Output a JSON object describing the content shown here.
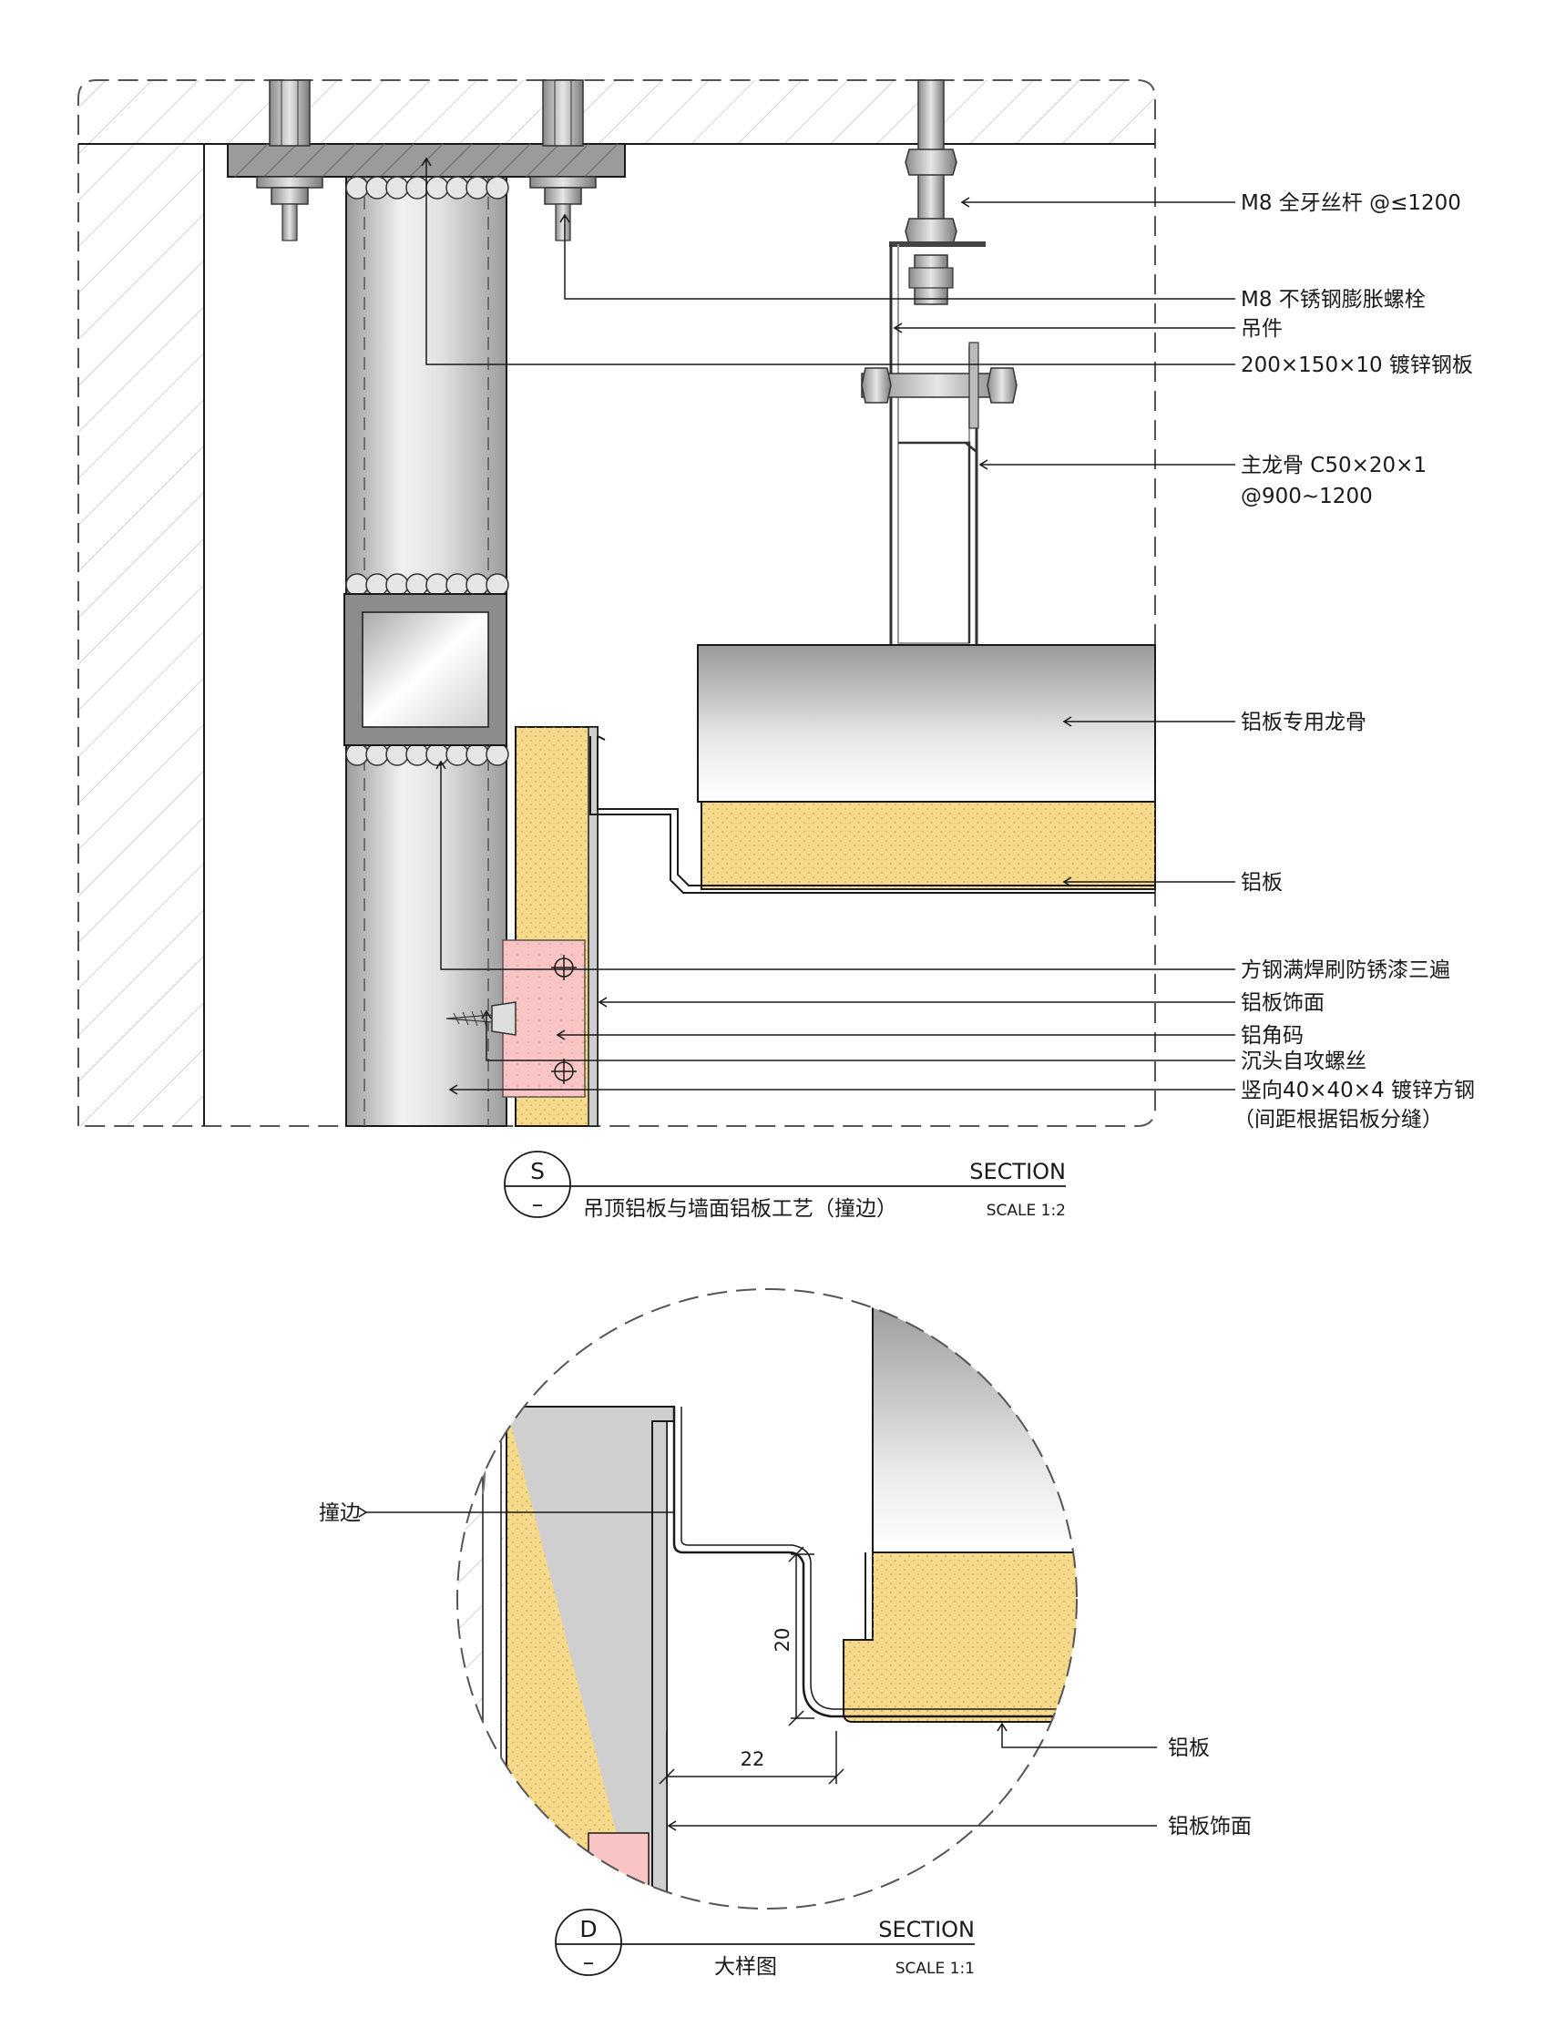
{
  "colors": {
    "panel_yellow": "#f6d98a",
    "angle_pink": "#f8c4c4",
    "concrete_hatch": "#b8b8b8",
    "steel_gray": "#9a9a9a",
    "line": "#1a1a1a"
  },
  "section_s": {
    "symbol_letter": "S",
    "symbol_sub": "–",
    "title": "吊顶铝板与墙面铝板工艺（撞边）",
    "section_word": "SECTION",
    "scale": "SCALE 1:2",
    "labels": [
      "M8 全牙丝杆 @≤1200",
      "M8 不锈钢膨胀螺栓",
      "吊件",
      "200×150×10 镀锌钢板",
      "主龙骨 C50×20×1",
      "@900~1200",
      "铝板专用龙骨",
      "铝板",
      "方钢满焊刷防锈漆三遍",
      "铝板饰面",
      "铝角码",
      "沉头自攻螺丝",
      "竖向40×40×4 镀锌方钢",
      "（间距根据铝板分缝）"
    ]
  },
  "section_d": {
    "symbol_letter": "D",
    "symbol_sub": "–",
    "title": "大样图",
    "section_word": "SECTION",
    "scale": "SCALE 1:1",
    "labels": {
      "edge": "撞边",
      "panel": "铝板",
      "finish": "铝板饰面"
    },
    "dimensions": {
      "vertical": "20",
      "horizontal": "22"
    }
  }
}
